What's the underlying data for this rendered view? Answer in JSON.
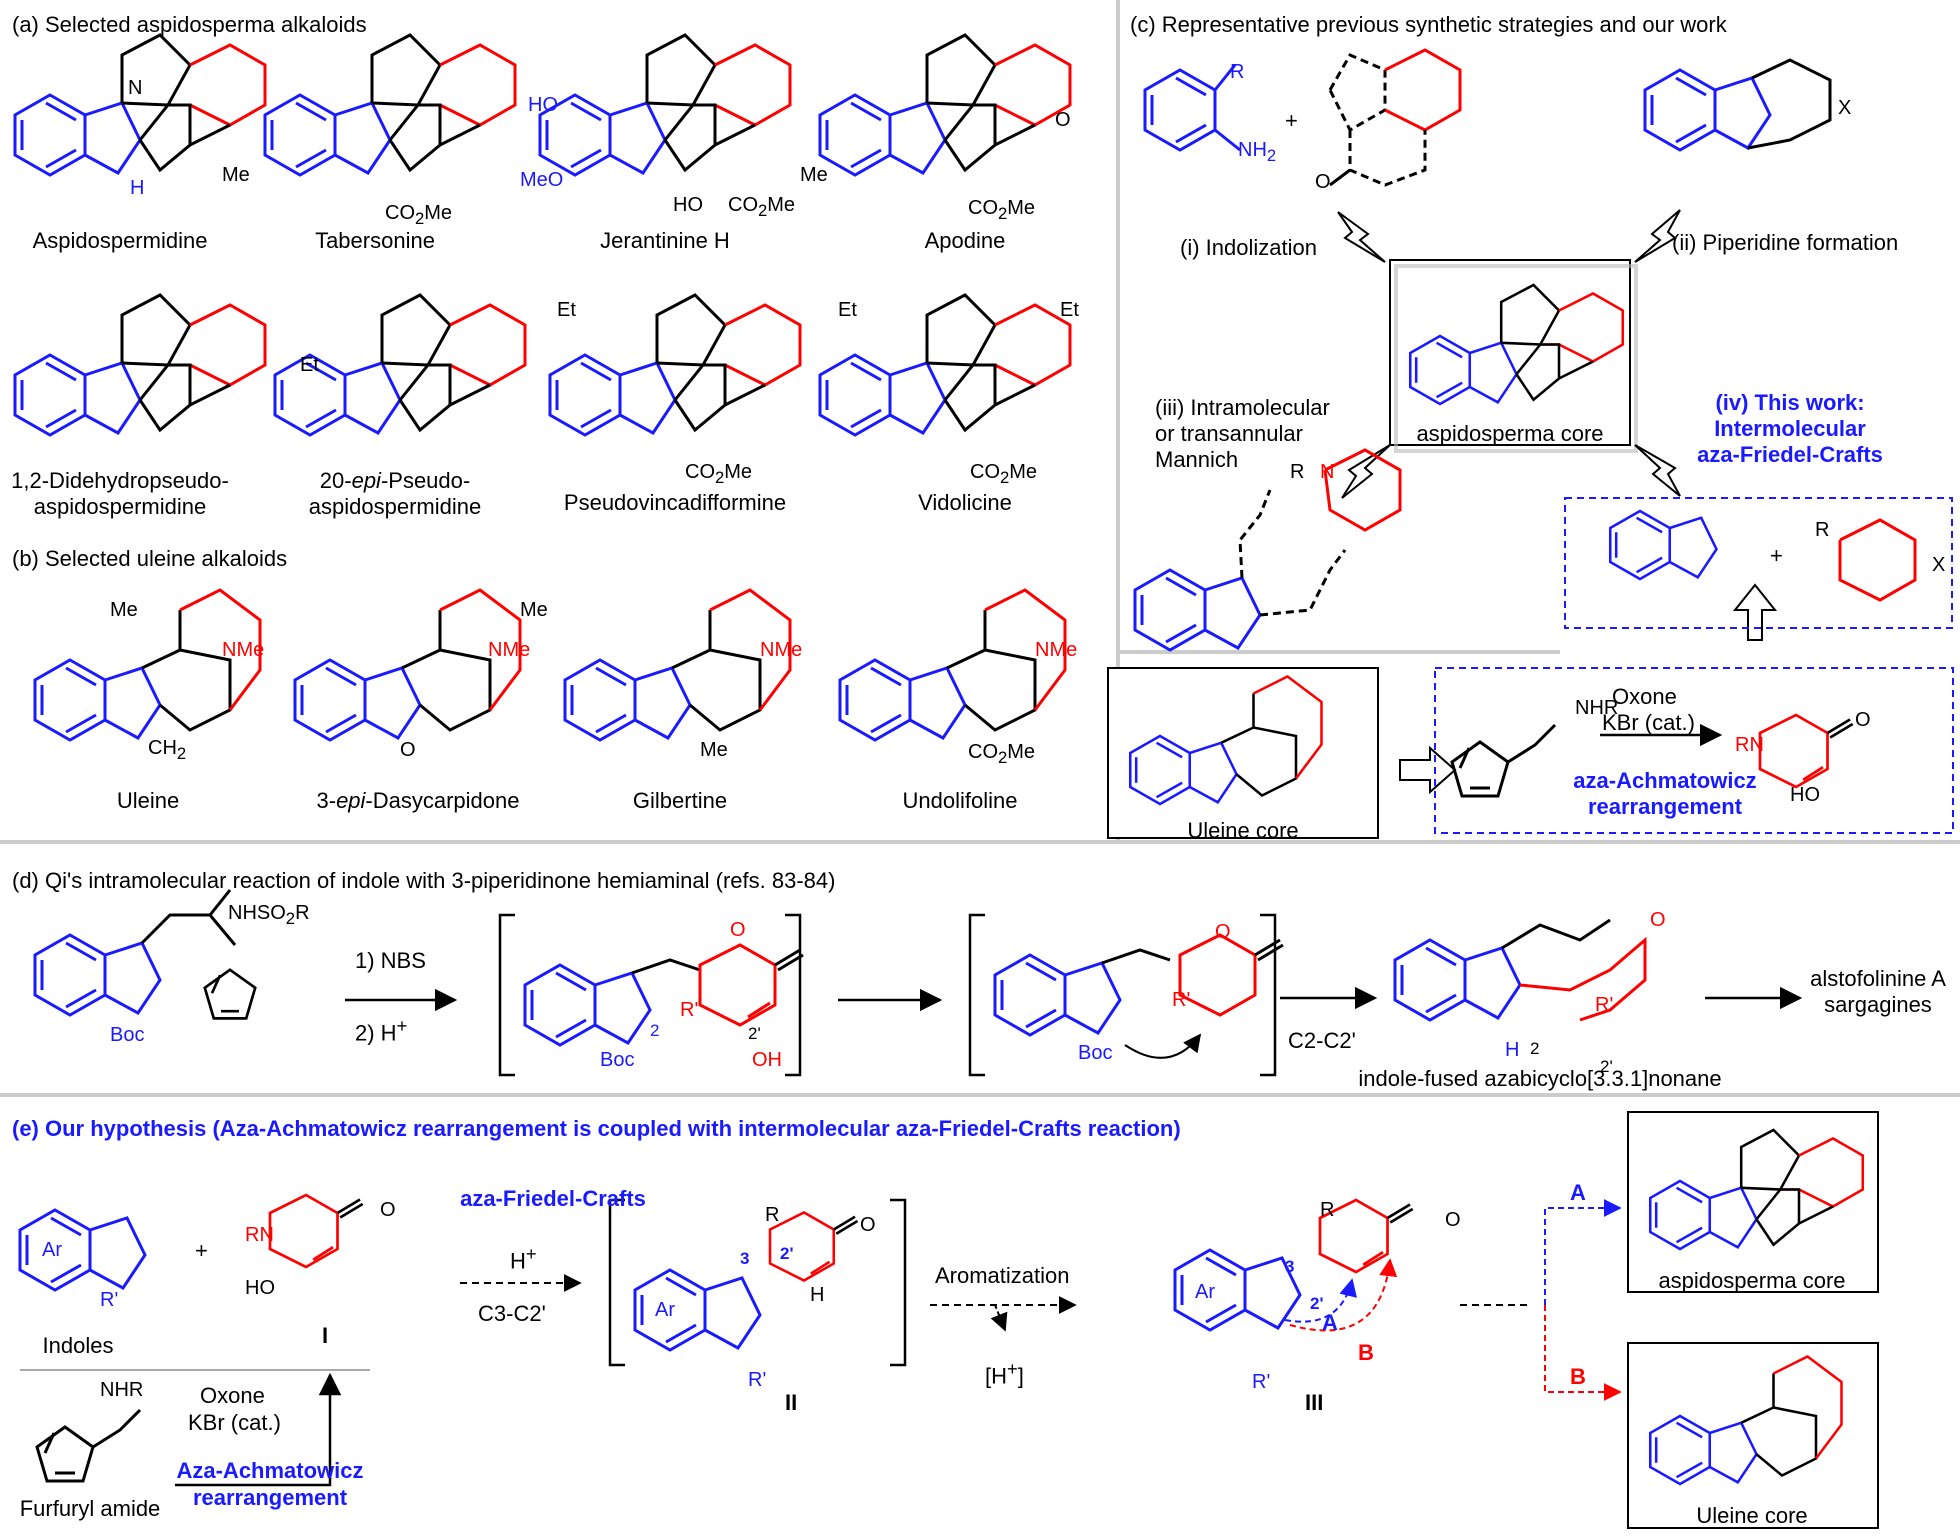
{
  "panels": {
    "a": {
      "title": "(a) Selected aspidosperma alkaloids",
      "compounds": [
        "Aspidospermidine",
        "Tabersonine",
        "Jerantinine H",
        "Apodine"
      ],
      "compounds2": [
        "1,2-Didehydropseudo-",
        "aspidospermidine",
        "20-",
        "epi",
        "-Pseudo-",
        "aspidospermidine",
        "Pseudovincadifformine",
        "Vidolicine"
      ]
    },
    "b": {
      "title": "(b) Selected uleine alkaloids",
      "compounds": [
        "Uleine",
        "3-",
        "epi",
        "-Dasycarpidone",
        "Gilbertine",
        "Undolifoline"
      ]
    },
    "c": {
      "title": "(c) Representative previous synthetic strategies and our work",
      "i": "(i) Indolization",
      "ii": "(ii) Piperidine formation",
      "iii": [
        "(iii) Intramolecular",
        "or transannular",
        "Mannich"
      ],
      "iv": [
        "(iv) This work:",
        "Intermolecular",
        "aza-Friedel-Crafts"
      ],
      "core1": "aspidosperma core",
      "core2": "Uleine core",
      "reagent": [
        "Oxone",
        "KBr (cat.)"
      ],
      "rxn": [
        "aza-Achmatowicz",
        "rearrangement"
      ]
    },
    "d": {
      "title": "(d) Qi's intramolecular reaction of indole with 3-piperidinone hemiaminal (refs. 83-84)",
      "steps": [
        "1) NBS",
        "2) H"
      ],
      "bond": "C2-C2'",
      "products": [
        "alstofolinine A",
        "sargagines"
      ],
      "caption": "indole-fused azabicyclo[3.3.1]nonane"
    },
    "e": {
      "title": "(e) Our hypothesis (Aza-Achmatowicz rearrangement is coupled with intermolecular aza-Friedel-Crafts reaction)",
      "afc": "aza-Friedel-Crafts",
      "acid": "H",
      "bond": "C3-C2'",
      "arom": "Aromatization",
      "proton": "[H",
      "indoles": "Indoles",
      "furfuryl": "Furfuryl amide",
      "reagent": [
        "Oxone",
        "KBr (cat.)"
      ],
      "rxn": [
        "Aza-Achmatowicz",
        "rearrangement"
      ],
      "roman": [
        "I",
        "II",
        "III"
      ],
      "paths": [
        "A",
        "B"
      ],
      "core1": "aspidosperma core",
      "core2": "Uleine core"
    }
  },
  "atoms": {
    "me": "Me",
    "et": "Et",
    "nme": "NMe",
    "h": "H",
    "n": "N",
    "nh": "H",
    "r": "R",
    "rp": "R'",
    "o": "O",
    "ho": "HO",
    "meo": "MeO",
    "co2me": "CO",
    "ch2": "CH",
    "rn": "RN",
    "boc": "Boc",
    "ar": "Ar",
    "x": "X",
    "nhr": "NHR",
    "nh2": "NH",
    "nhso2r": "NHSO",
    "plus": "+"
  },
  "colors": {
    "blue": "#1a1aff",
    "red": "#ff0000",
    "black": "#000000",
    "divider": "#cccccc"
  }
}
